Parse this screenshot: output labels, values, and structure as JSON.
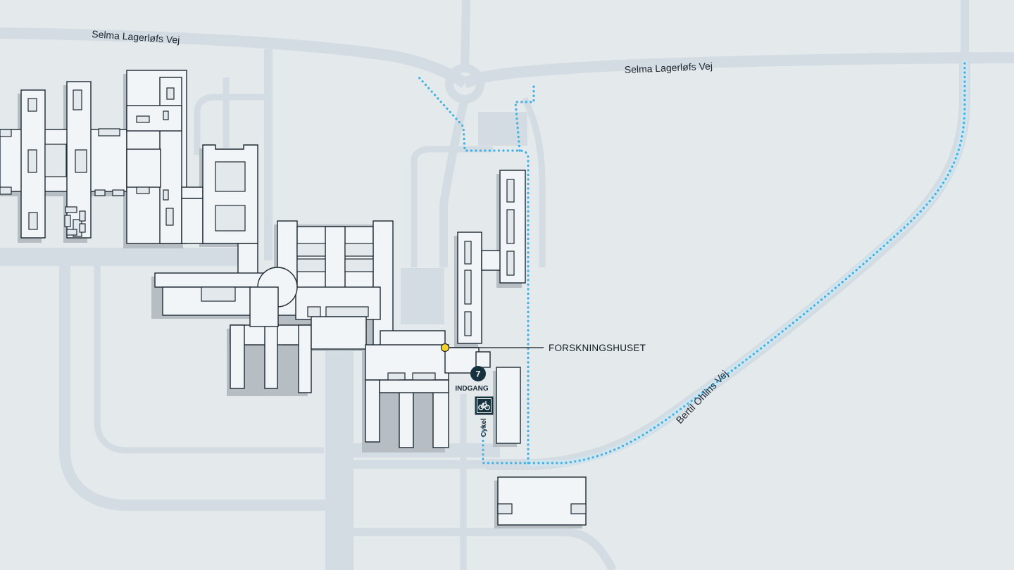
{
  "streets": {
    "selma_west": "Selma Lagerløfs Vej",
    "selma_east": "Selma Lagerløfs Vej",
    "bertil": "Bertil Ohlins Vej"
  },
  "destination": {
    "label": "FORSKNINGSHUSET",
    "marker_color": "#f5d32a"
  },
  "entrance": {
    "number": "7",
    "label": "INDGANG",
    "badge_color": "#16323f"
  },
  "bicycle": {
    "label": "Cykel",
    "icon": "bicycle-icon"
  },
  "colors": {
    "background": "#e4e9ec",
    "road": "#d3dce2",
    "building_fill": "#f1f5f7",
    "building_outline": "#1e2a33",
    "route": "#3fb1e6"
  }
}
